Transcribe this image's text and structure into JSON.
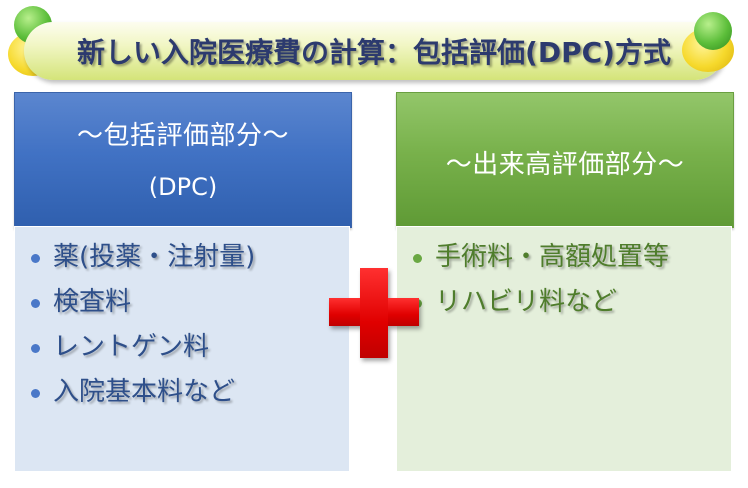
{
  "title": "新しい入院医療費の計算：包括評価(DPC)方式",
  "left_panel": {
    "header_line1": "〜包括評価部分〜",
    "header_line2": "(DPC)",
    "items": [
      "薬(投薬・注射量)",
      "検査料",
      "レントゲン料",
      "入院基本料など"
    ]
  },
  "right_panel": {
    "header_line1": "〜出来高評価部分〜",
    "items": [
      "手術料・高額処置等",
      "リハビリ料など"
    ]
  },
  "colors": {
    "left_header": "#4172c4",
    "right_header": "#78b14b",
    "plus": "#e00000",
    "title_text": "#2c3a6e"
  }
}
